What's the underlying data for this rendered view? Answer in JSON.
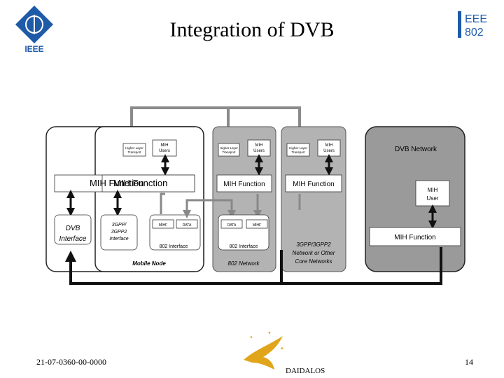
{
  "header": {
    "title": "Integration of DVB",
    "left_logo_text": "IEEE",
    "right_logo_text_line1": "EEE",
    "right_logo_text_line2": "802"
  },
  "diagram": {
    "mobile_node": {
      "label": "Mobile Node",
      "mih_function": "MIH Function",
      "dvb_interface_line1": "DVB",
      "dvb_interface_line2": "Interface",
      "gpp_interface_line1": "3GPP/",
      "gpp_interface_line2": "3GPP2",
      "gpp_interface_line3": "Interface",
      "higher_layer_line1": "Higher Layer",
      "higher_layer_line2": "Transport",
      "mih_users_line1": "MIH",
      "mih_users_line2": "Users",
      "mihf_box": "MIHF",
      "data_box": "DATA",
      "interface_802": "802 Interface"
    },
    "network_802": {
      "label": "802 Network",
      "mih_function": "MIH Function",
      "higher_layer_line1": "Higher Layer",
      "higher_layer_line2": "Transport",
      "mih_users_line1": "MIH",
      "mih_users_line2": "Users",
      "data_box": "DATA",
      "mihf_box": "MIHF",
      "interface_802": "802 Interface"
    },
    "core_networks": {
      "label_line1": "3GPP/3GPP2",
      "label_line2": "Network or Other",
      "label_line3": "Core Networks",
      "mih_function": "MIH Function",
      "higher_layer_line1": "Higher Layer",
      "higher_layer_line2": "Transport",
      "mih_users_line1": "MIH",
      "mih_users_line2": "Users"
    },
    "dvb_network": {
      "label": "DVB Network",
      "mih_user_line1": "MIH",
      "mih_user_line2": "User",
      "mih_function": "MIH Function"
    }
  },
  "footer": {
    "doc_id": "21-07-0360-00-0000",
    "page_number": "14",
    "daidalos_label": "DAIDALOS"
  }
}
